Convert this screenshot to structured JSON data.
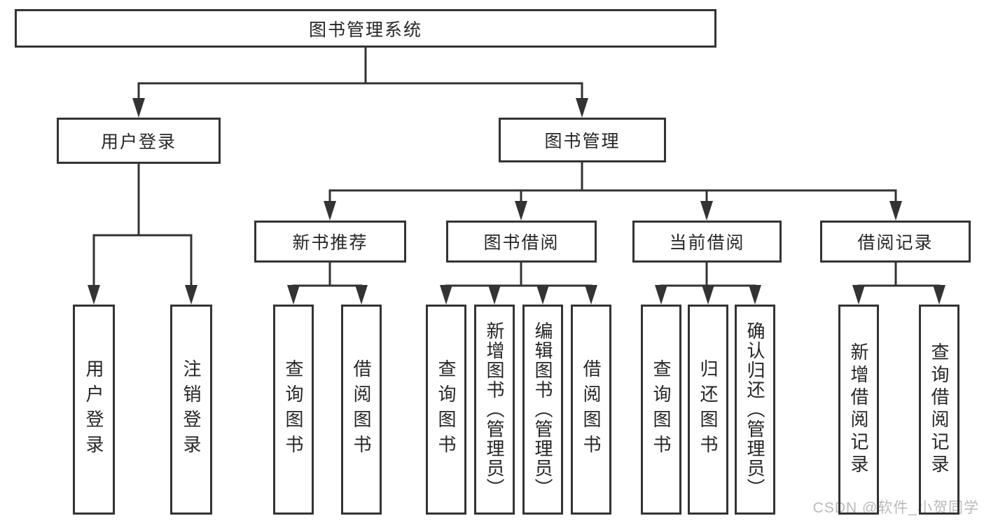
{
  "colors": {
    "line": "#333333",
    "text": "#262626",
    "background": "#ffffff",
    "watermark": "#b9b9b9"
  },
  "nodes": {
    "root": "图书管理系统",
    "user_login": "用户登录",
    "book_mgmt": "图书管理",
    "new_books": "新书推荐",
    "book_borrow": "图书借阅",
    "current_borrow": "当前借阅",
    "borrow_records": "借阅记录",
    "leaf_user_login": "用户登录",
    "leaf_user_logout": "注销登录",
    "leaf_new_query": "查询图书",
    "leaf_new_borrow": "借阅图书",
    "leaf_bb_query": "查询图书",
    "leaf_bb_add": "新增图书（管理员）",
    "leaf_bb_edit": "编辑图书（管理员）",
    "leaf_bb_borrow": "借阅图书",
    "leaf_cb_query": "查询图书",
    "leaf_cb_return": "归还图书",
    "leaf_cb_confirm": "确认归还（管理员）",
    "leaf_br_add": "新增借阅记录",
    "leaf_br_query": "查询借阅记录"
  },
  "hierarchy": {
    "图书管理系统": {
      "用户登录": [
        "用户登录",
        "注销登录"
      ],
      "图书管理": {
        "新书推荐": [
          "查询图书",
          "借阅图书"
        ],
        "图书借阅": [
          "查询图书",
          "新增图书（管理员）",
          "编辑图书（管理员）",
          "借阅图书"
        ],
        "当前借阅": [
          "查询图书",
          "归还图书",
          "确认归还（管理员）"
        ],
        "借阅记录": [
          "新增借阅记录",
          "查询借阅记录"
        ]
      }
    }
  },
  "watermark": {
    "text": "CSDN @软件_小贺同学"
  }
}
